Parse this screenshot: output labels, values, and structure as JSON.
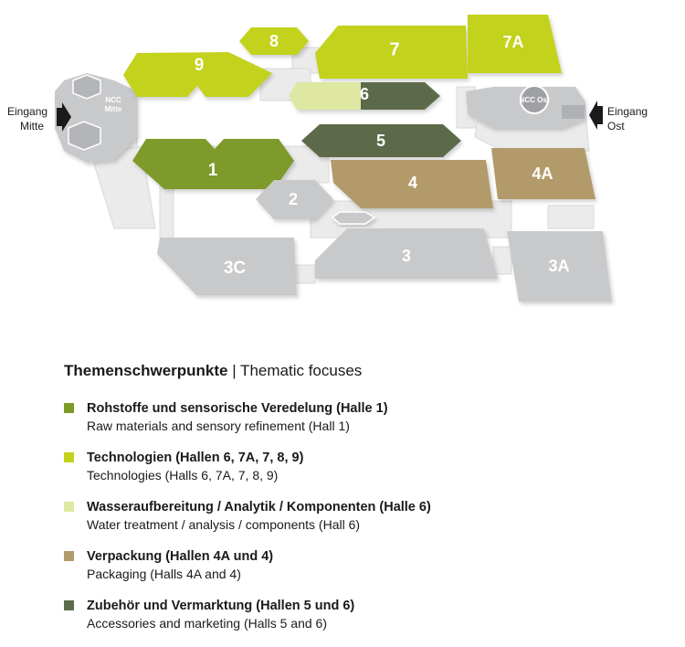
{
  "colors": {
    "olive": "#7d9a2b",
    "lime": "#c3d21a",
    "pale": "#dfe8a2",
    "tan": "#b39a6a",
    "darkgreen": "#5c6b4a",
    "gray": "#c8c9cb",
    "walkway": "#eeeeee"
  },
  "map": {
    "halls": [
      {
        "id": "9",
        "label": "9",
        "color": "lime"
      },
      {
        "id": "8",
        "label": "8",
        "color": "lime"
      },
      {
        "id": "7",
        "label": "7",
        "color": "lime"
      },
      {
        "id": "7A",
        "label": "7A",
        "color": "lime"
      },
      {
        "id": "6",
        "label": "6",
        "color": "darkgreen",
        "partial_color": "pale"
      },
      {
        "id": "5",
        "label": "5",
        "color": "darkgreen"
      },
      {
        "id": "1",
        "label": "1",
        "color": "olive"
      },
      {
        "id": "4",
        "label": "4",
        "color": "tan"
      },
      {
        "id": "4A",
        "label": "4A",
        "color": "tan"
      },
      {
        "id": "2",
        "label": "2",
        "color": "gray"
      },
      {
        "id": "3C",
        "label": "3C",
        "color": "gray"
      },
      {
        "id": "3",
        "label": "3",
        "color": "gray"
      },
      {
        "id": "3A",
        "label": "3A",
        "color": "gray"
      }
    ],
    "ncc_mitte": [
      "NCC",
      "Mitte"
    ],
    "ncc_ost": "NCC Ost",
    "entrances": {
      "mitte": [
        "Eingang",
        "Mitte"
      ],
      "ost": [
        "Eingang",
        "Ost"
      ]
    }
  },
  "legend": {
    "title_bold": "Themenschwerpunkte",
    "title_rest": " | Thematic focuses",
    "items": [
      {
        "color": "olive",
        "de": "Rohstoffe und sensorische Veredelung (Halle 1)",
        "en": "Raw materials and sensory refinement (Hall 1)"
      },
      {
        "color": "lime",
        "de": "Technologien (Hallen 6, 7A, 7, 8, 9)",
        "en": "Technologies (Halls 6, 7A, 7, 8, 9)"
      },
      {
        "color": "pale",
        "de": "Wasseraufbereitung / Analytik / Komponenten (Halle 6)",
        "en": "Water treatment / analysis / components (Hall 6)"
      },
      {
        "color": "tan",
        "de": "Verpackung (Hallen 4A und 4)",
        "en": "Packaging (Halls 4A and 4)"
      },
      {
        "color": "darkgreen",
        "de": "Zubehör und Vermarktung (Hallen 5 und 6)",
        "en": "Accessories and marketing (Halls 5 and 6)"
      }
    ]
  }
}
